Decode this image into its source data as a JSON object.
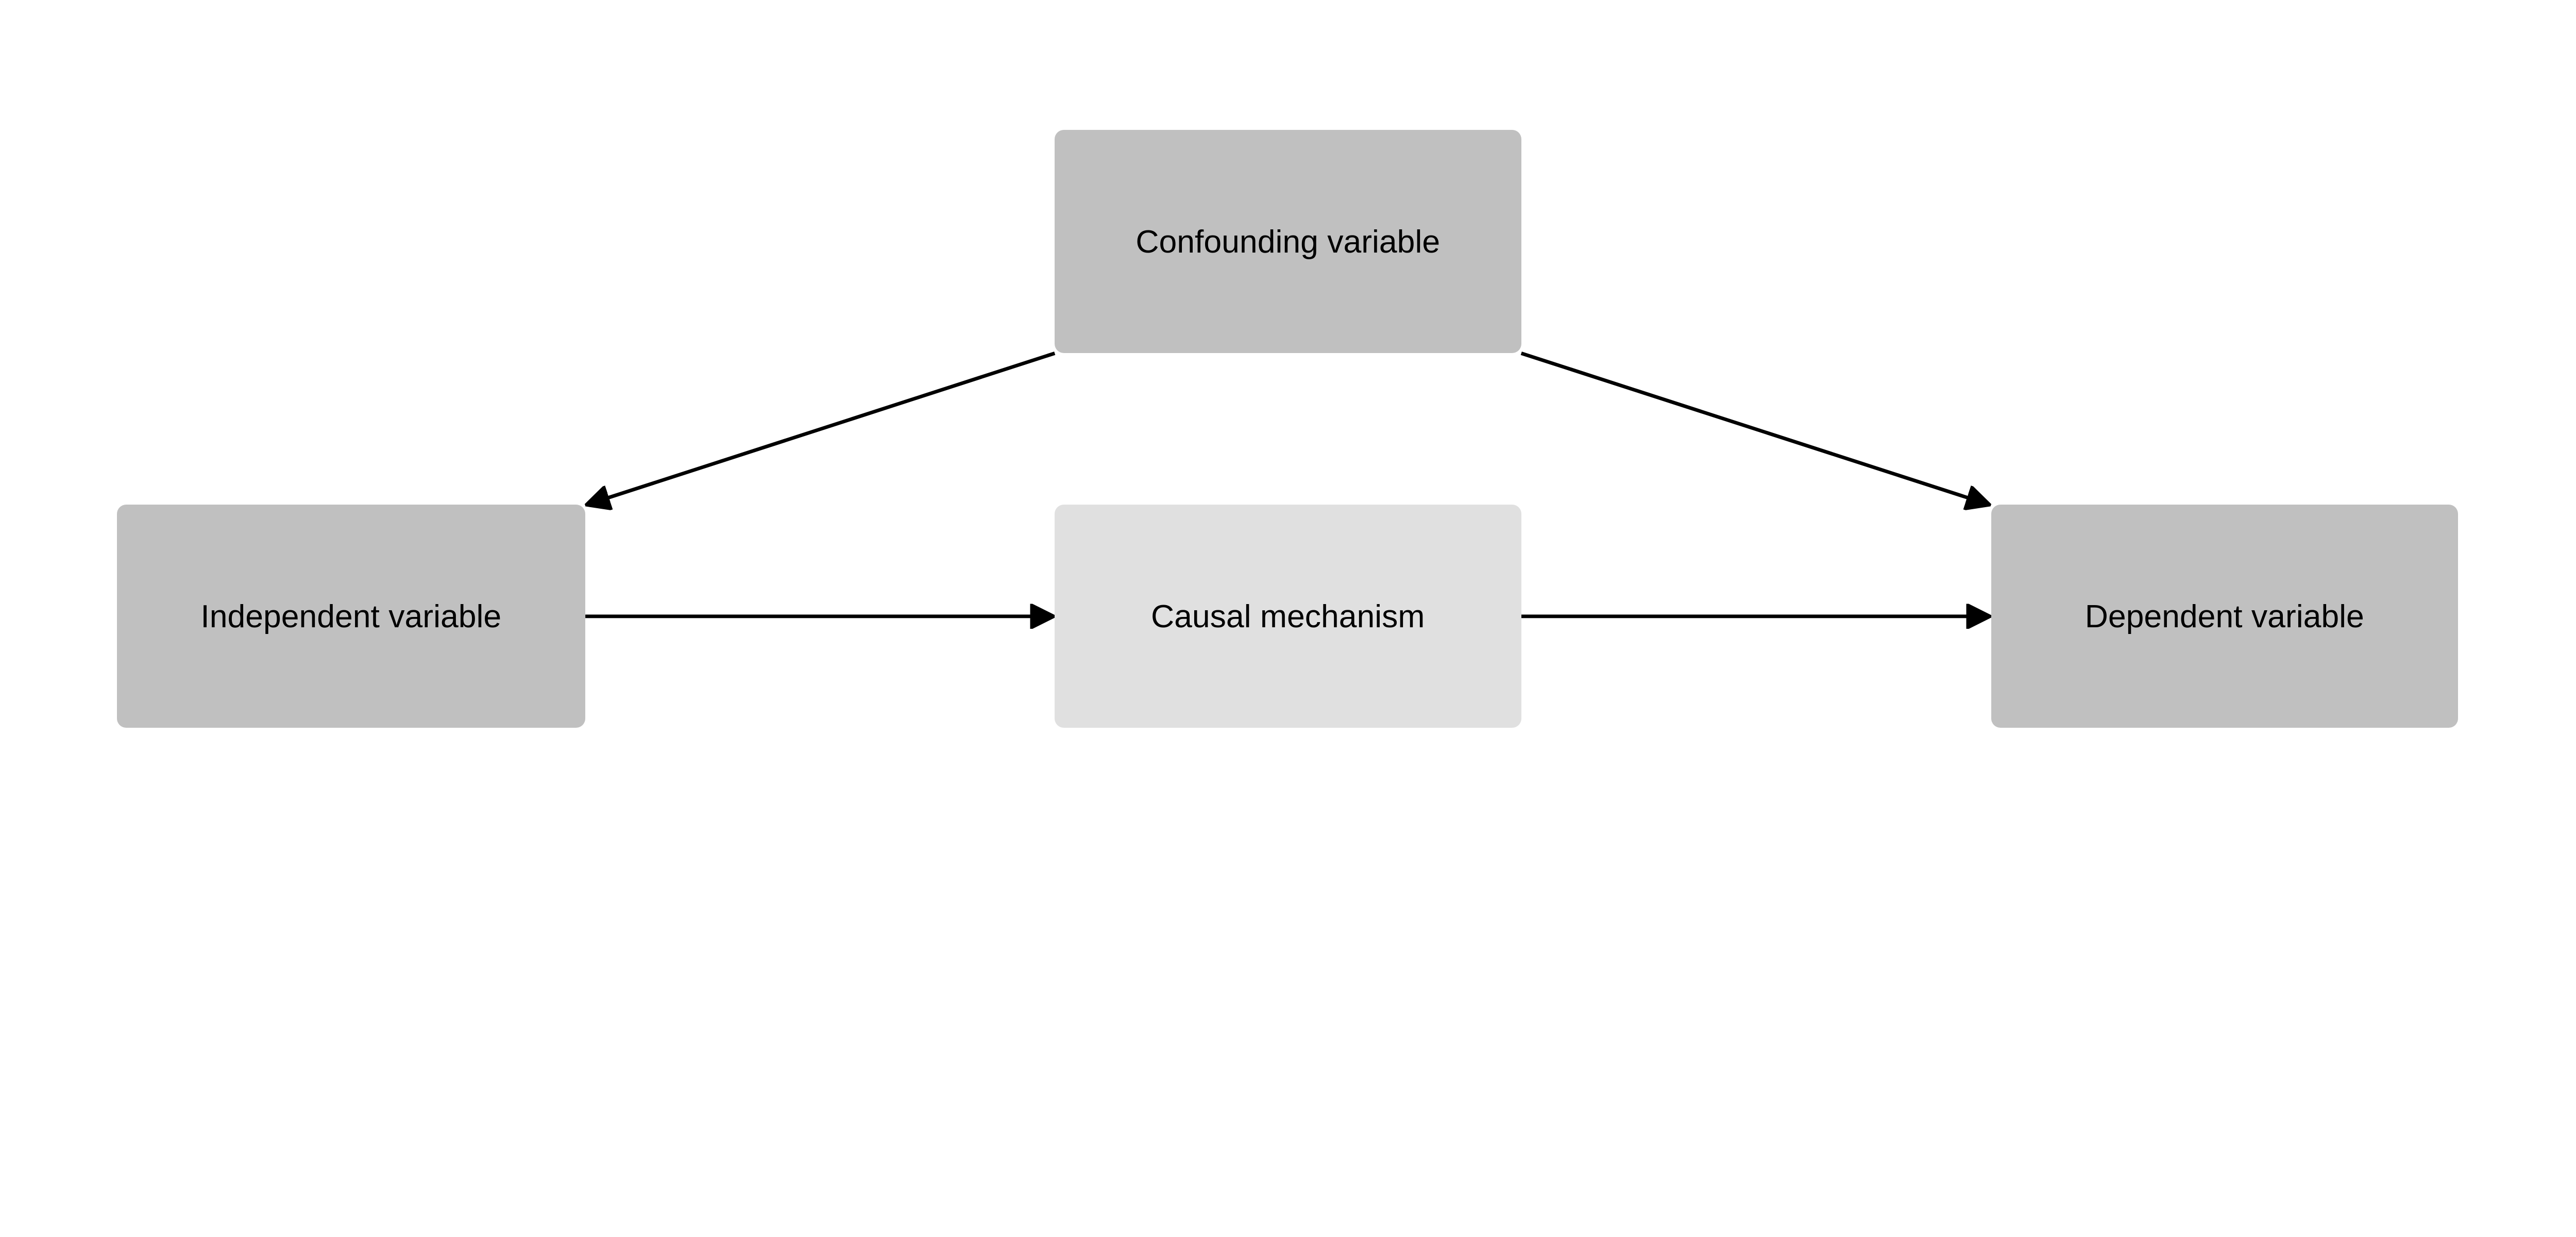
{
  "nodes": {
    "confounding": {
      "label": "Confounding variable",
      "color": "#c0c0c0"
    },
    "independent": {
      "label": "Independent variable",
      "color": "#c0c0c0"
    },
    "mechanism": {
      "label": "Causal mechanism",
      "color": "#e0e0e0"
    },
    "dependent": {
      "label": "Dependent variable",
      "color": "#c0c0c0"
    }
  },
  "edges": [
    {
      "from": "confounding",
      "to": "independent"
    },
    {
      "from": "confounding",
      "to": "dependent"
    },
    {
      "from": "independent",
      "to": "mechanism"
    },
    {
      "from": "mechanism",
      "to": "dependent"
    }
  ]
}
